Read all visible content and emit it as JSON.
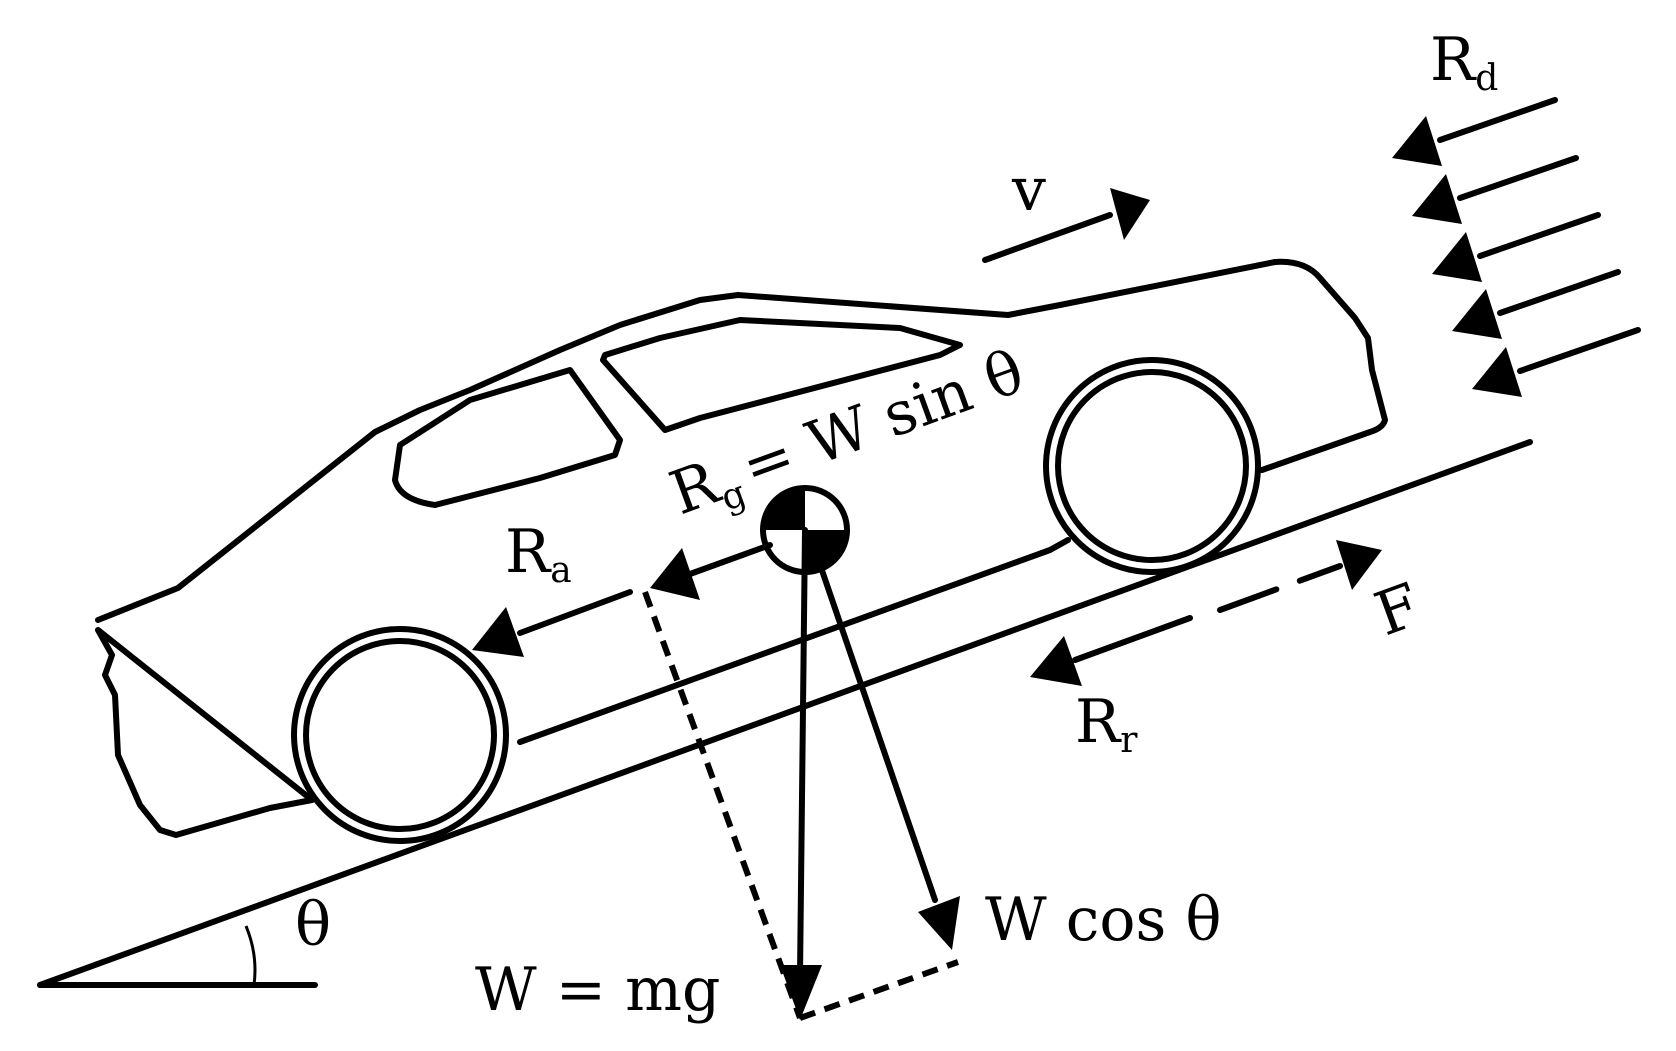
{
  "labels": {
    "Rd_main": "R",
    "Rd_sub": "d",
    "v": "v",
    "Rg_main": "R",
    "Rg_sub": "g",
    "Rg_eq": "= W sin θ",
    "Ra_main": "R",
    "Ra_sub": "a",
    "F": "F",
    "Rr_main": "R",
    "Rr_sub": "r",
    "theta": "θ",
    "W_cos": "W cos θ",
    "W_mg": "W = mg"
  }
}
